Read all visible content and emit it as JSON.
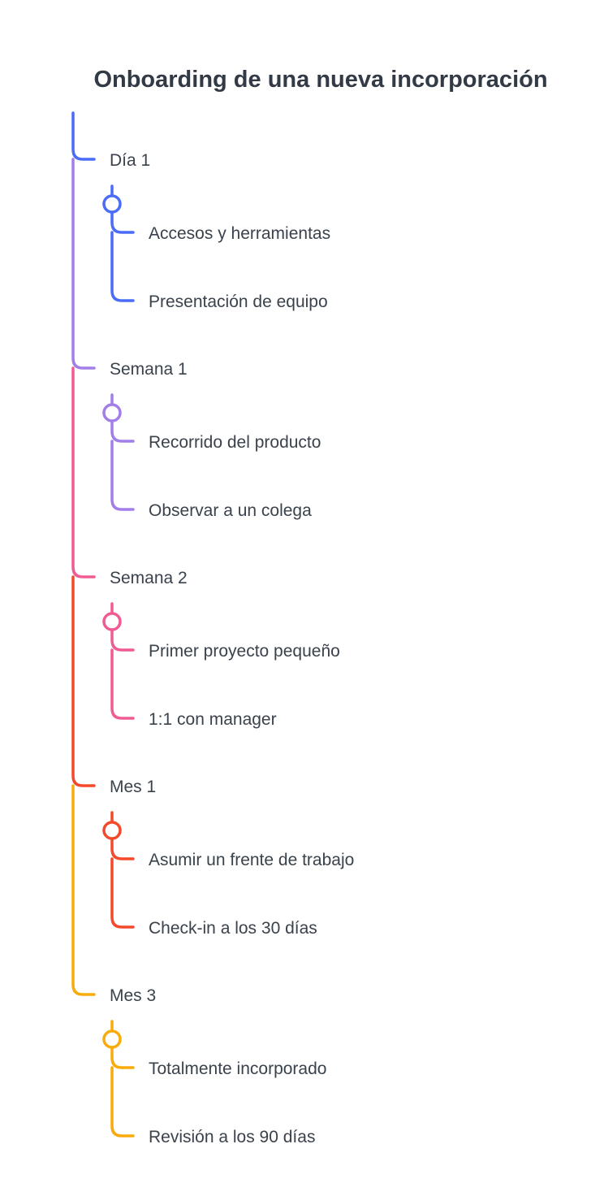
{
  "title": "Onboarding de una nueva incorporación",
  "stages": [
    {
      "label": "Día 1",
      "color": "#4a6cf7",
      "tasks": [
        "Accesos y herramientas",
        "Presentación de equipo"
      ]
    },
    {
      "label": "Semana 1",
      "color": "#a27ee8",
      "tasks": [
        "Recorrido del producto",
        "Observar a un colega"
      ]
    },
    {
      "label": "Semana 2",
      "color": "#ef5b92",
      "tasks": [
        "Primer proyecto pequeño",
        "1:1 con manager"
      ]
    },
    {
      "label": "Mes 1",
      "color": "#f4492a",
      "tasks": [
        "Asumir un frente de trabajo",
        "Check-in a los 30 días"
      ]
    },
    {
      "label": "Mes 3",
      "color": "#f9ab0b",
      "tasks": [
        "Totalmente incorporado",
        "Revisión a los 90 días"
      ]
    }
  ]
}
